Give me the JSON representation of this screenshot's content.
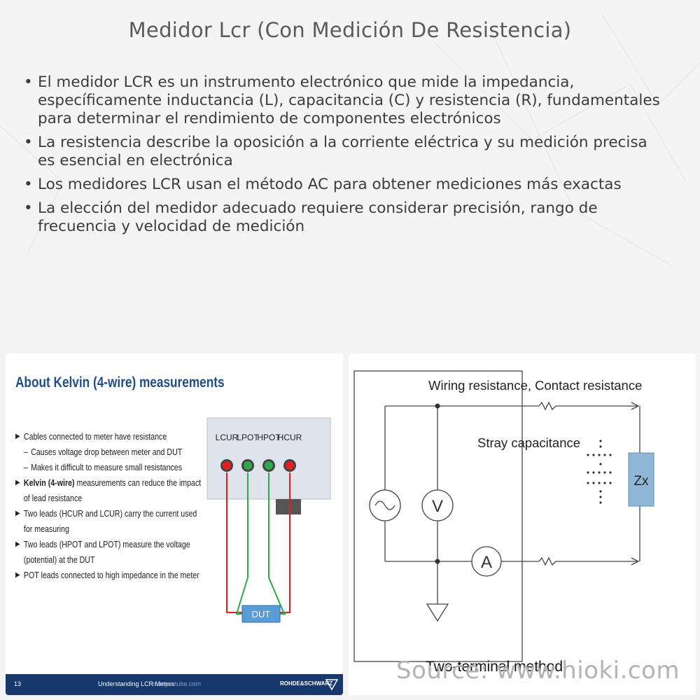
{
  "title": "Medidor Lcr (Con Medición De Resistencia)",
  "bullets": [
    "El medidor LCR es un instrumento electrónico que mide la impedancia, específicamente inductancia (L), capacitancia (C) y resistencia (R), fundamentales para determinar el rendimiento de componentes electrónicos",
    "La resistencia describe la oposición a la corriente eléctrica y su medición precisa es esencial en electrónica",
    "Los medidores LCR usan el método AC para obtener mediciones más exactas",
    "La elección del medidor adecuado requiere considerar precisión, rango de frecuencia y velocidad de medición"
  ],
  "bullet_symbol": "•",
  "kelvin": {
    "title": "About Kelvin (4-wire) measurements",
    "items": [
      {
        "type": "main",
        "text": "Cables connected to meter have resistance"
      },
      {
        "type": "sub",
        "text": "Causes voltage drop between meter and DUT"
      },
      {
        "type": "sub",
        "text": "Makes it difficult to measure small resistances"
      },
      {
        "type": "main",
        "bold": "Kelvin (4-wire)",
        "text": " measurements can reduce the impact"
      },
      {
        "type": "cont",
        "text": "of lead resistance"
      },
      {
        "type": "main",
        "text": "Two leads (HCUR and LCUR) carry the current used"
      },
      {
        "type": "cont",
        "text": "for measuring"
      },
      {
        "type": "main",
        "text": "Two leads (HPOT and LPOT) measure the voltage"
      },
      {
        "type": "cont",
        "text": "(potential) at the DUT"
      },
      {
        "type": "main",
        "text": "POT leads connected to high impedance in the meter"
      }
    ],
    "terminals": [
      "LCUR",
      "LPOT",
      "HPOT",
      "HCUR"
    ],
    "dut_label": "DUT",
    "footer_page": "13",
    "footer_title": "Understanding LCR Meters",
    "footer_watermark": "m.myoutube.com",
    "footer_brand": "ROHDE&SCHWARZ",
    "colors": {
      "title": "#1f4f8b",
      "current_lead": "#e02020",
      "potential_lead": "#2ea84a",
      "dut": "#5b9bd5",
      "footer": "#16386d"
    }
  },
  "two_terminal": {
    "wiring_label": "Wiring resistance, Contact resistance",
    "stray_label": "Stray capacitance",
    "zx_label": "Zx",
    "voltmeter_label": "V",
    "ammeter_label": "A",
    "method_label": "Two-terminal method",
    "colors": {
      "zx_fill": "#8fb8d8"
    }
  },
  "source": "Source: www.hioki.com"
}
